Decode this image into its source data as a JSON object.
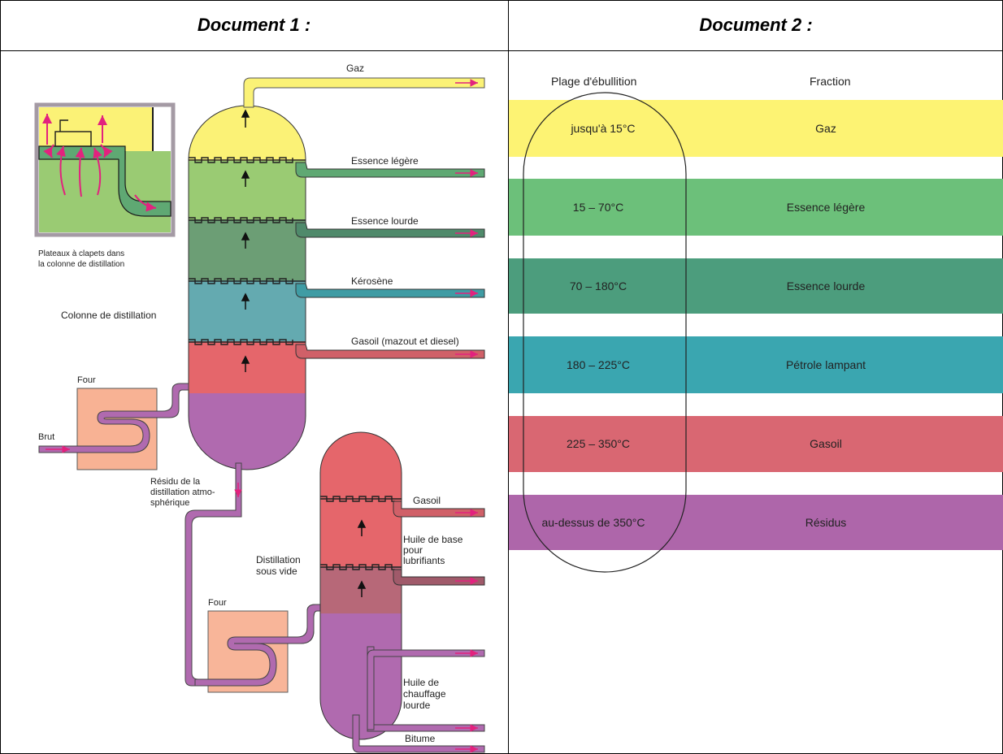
{
  "doc1": {
    "title": "Document 1 :",
    "products": {
      "gaz": "Gaz",
      "essence_legere": "Essence légère",
      "essence_lourde": "Essence lourde",
      "kerosene": "Kérosène",
      "gasoil_atm": "Gasoil (mazout et diesel)",
      "gasoil_vac": "Gasoil",
      "huile_base": [
        "Huile de base",
        "pour",
        "lubrifiants"
      ],
      "huile_chauffage": [
        "Huile de",
        "chauffage",
        "lourde"
      ],
      "bitume": "Bitume"
    },
    "labels": {
      "plateaux": [
        "Plateaux à clapets dans",
        "la colonne de distillation"
      ],
      "colonne": "Colonne de distillation",
      "four_1": "Four",
      "four_2": "Four",
      "brut": "Brut",
      "residu": [
        "Résidu de la",
        "distillation atmo-",
        "sphérique"
      ],
      "sous_vide": [
        "Distillation",
        "sous vide"
      ]
    },
    "colors": {
      "yellow": "#fbf276",
      "light_green": "#9acb73",
      "mid_green": "#6c9e75",
      "teal": "#64aab0",
      "red": "#e5666b",
      "purple": "#b06aaf",
      "maroon": "#b76878",
      "furnace": "#f8b294",
      "arrow_pink": "#e2227e"
    }
  },
  "doc2": {
    "title": "Document 2 :",
    "col_boiling": "Plage d'ébullition",
    "col_fraction": "Fraction",
    "rows": [
      {
        "range": "jusqu'à 15°C",
        "fraction": "Gaz",
        "color": "#fdf373"
      },
      {
        "range": "15 – 70°C",
        "fraction": "Essence légère",
        "color": "#6cc07a"
      },
      {
        "range": "70 – 180°C",
        "fraction": "Essence lourde",
        "color": "#4c9d7d"
      },
      {
        "range": "180 – 225°C",
        "fraction": "Pétrole lampant",
        "color": "#3aa6b0"
      },
      {
        "range": "225 – 350°C",
        "fraction": "Gasoil",
        "color": "#d96772"
      },
      {
        "range": "au-dessus de 350°C",
        "fraction": "Résidus",
        "color": "#ae66aa"
      }
    ]
  }
}
